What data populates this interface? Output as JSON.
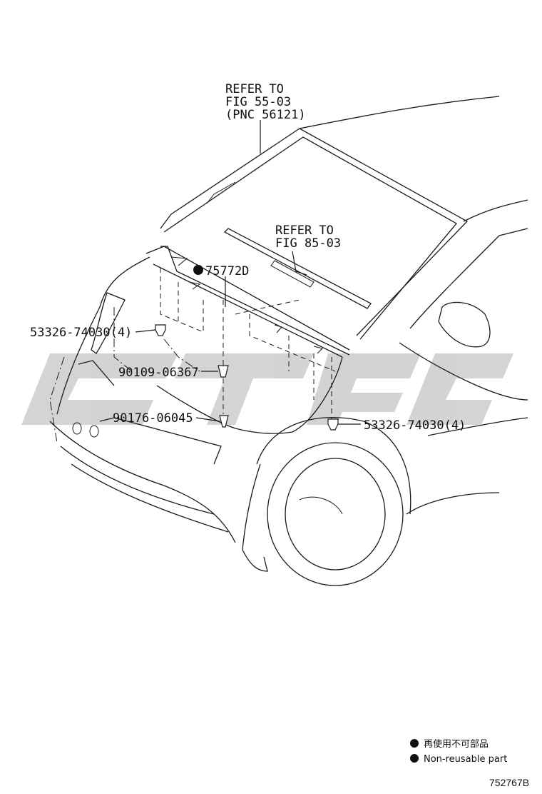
{
  "callouts": {
    "refer_windshield": [
      "REFER TO",
      "FIG 55-03",
      "(PNC 56121)"
    ],
    "refer_wiper": [
      "REFER TO",
      "FIG 85-03"
    ],
    "part_75772d": "75772D",
    "clip_left": "53326-74030(4)",
    "screw_upper": "90109-06367",
    "screw_lower": "90176-06045",
    "clip_right": "53326-74030(4)"
  },
  "legend": {
    "japanese": "再使用不可部品",
    "english": "Non-reusable part"
  },
  "illustration_id": "752767B",
  "watermark": {
    "color": "#c8c8c8"
  },
  "colors": {
    "ink": "#111111",
    "background": "#ffffff"
  }
}
